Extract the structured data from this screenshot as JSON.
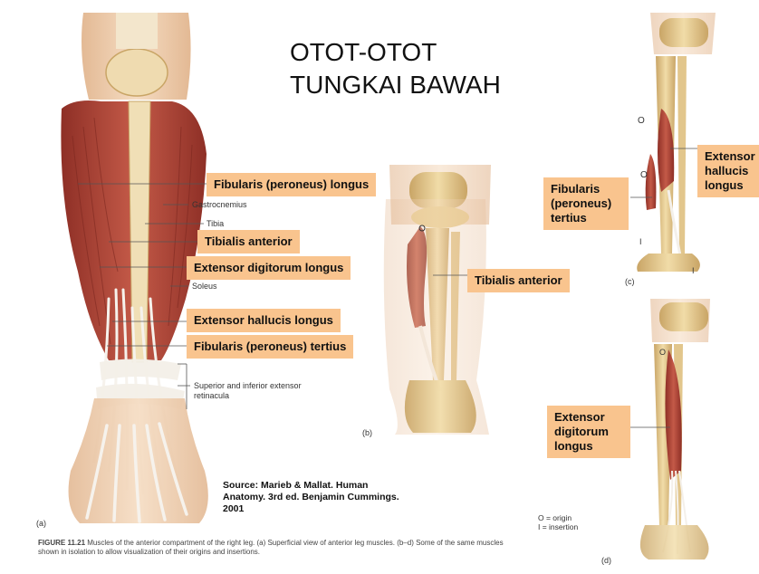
{
  "title": {
    "line1": "OTOT-OTOT",
    "line2": "TUNGKAI BAWAH"
  },
  "labels": {
    "fibularis_longus": "Fibularis (peroneus) longus",
    "tibialis_anterior_a": "Tibialis anterior",
    "extensor_digitorum_a": "Extensor digitorum longus",
    "extensor_hallucis_a": "Extensor hallucis longus",
    "fibularis_tertius_a": "Fibularis (peroneus) tertius",
    "tibialis_anterior_b": "Tibialis anterior",
    "fibularis_tertius_c": "Fibularis (peroneus) tertius",
    "extensor_hallucis_c": "Extensor hallucis longus",
    "extensor_digitorum_d": "Extensor digitorum longus"
  },
  "figure_labels": {
    "gastrocnemius": "Gastrocnemius",
    "tibia": "Tibia",
    "soleus": "Soleus",
    "retinacula": "Superior and inferior extensor retinacula"
  },
  "panels": {
    "a": "(a)",
    "b": "(b)",
    "c": "(c)",
    "d": "(d)"
  },
  "legend": {
    "origin": "O = origin",
    "insertion": "I = insertion"
  },
  "source": "Source: Marieb & Mallat. Human Anatomy. 3rd ed. Benjamin Cummings. 2001",
  "caption": {
    "figure_id": "FIGURE 11.21",
    "text": "Muscles of the anterior compartment of the right leg. (a) Superficial view of anterior leg muscles. (b–d) Some of the same muscles shown in isolation to allow visualization of their origins and insertions."
  },
  "colors": {
    "label_bg": "#f9c48e",
    "muscle": "#b5473a",
    "muscle_dark": "#8e2f26",
    "bone": "#e9cf93",
    "bone_dark": "#c9a566",
    "skin": "#efcfae",
    "tendon": "#f4f0ea"
  }
}
